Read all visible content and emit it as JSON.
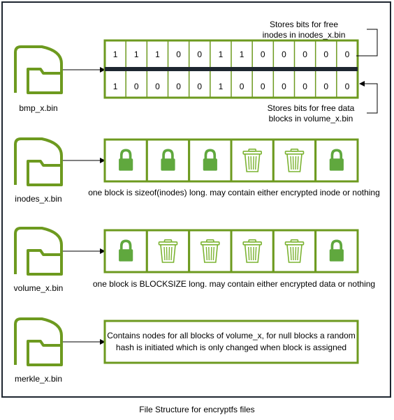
{
  "caption": "File Structure for encryptfs files",
  "colors": {
    "green": "#6d9a1f",
    "lock": "#60a83e",
    "trash": "#7cb332",
    "border": "#1e2630"
  },
  "files": {
    "bmp": "bmp_x.bin",
    "inodes": "inodes_x.bin",
    "volume": "volume_x.bin",
    "merkle": "merkle_x.bin"
  },
  "bitmap": {
    "inode_bits": [
      "1",
      "1",
      "1",
      "0",
      "0",
      "1",
      "1",
      "0",
      "0",
      "0",
      "0",
      "0"
    ],
    "data_bits": [
      "1",
      "0",
      "0",
      "0",
      "0",
      "1",
      "0",
      "0",
      "0",
      "0",
      "0",
      "0"
    ],
    "note_top_line1": "Stores bits for free",
    "note_top_line2": "inodes in inodes_x.bin",
    "note_bottom_line1": "Stores bits for free data",
    "note_bottom_line2": "blocks in volume_x.bin"
  },
  "inodes_blocks": [
    "lock-icon",
    "lock-icon",
    "lock-icon",
    "trash-icon",
    "trash-icon",
    "lock-icon"
  ],
  "inodes_desc": "one block is sizeof(inodes) long. may contain either encrypted inode or nothing",
  "volume_blocks": [
    "lock-icon",
    "trash-icon",
    "trash-icon",
    "trash-icon",
    "trash-icon",
    "lock-icon"
  ],
  "volume_desc": "one block is BLOCKSIZE long. may contain either encrypted data or nothing",
  "merkle_desc_line1": "Contains nodes for all blocks of volume_x, for null blocks a random",
  "merkle_desc_line2": "hash is initiated which is only changed when block is assigned"
}
